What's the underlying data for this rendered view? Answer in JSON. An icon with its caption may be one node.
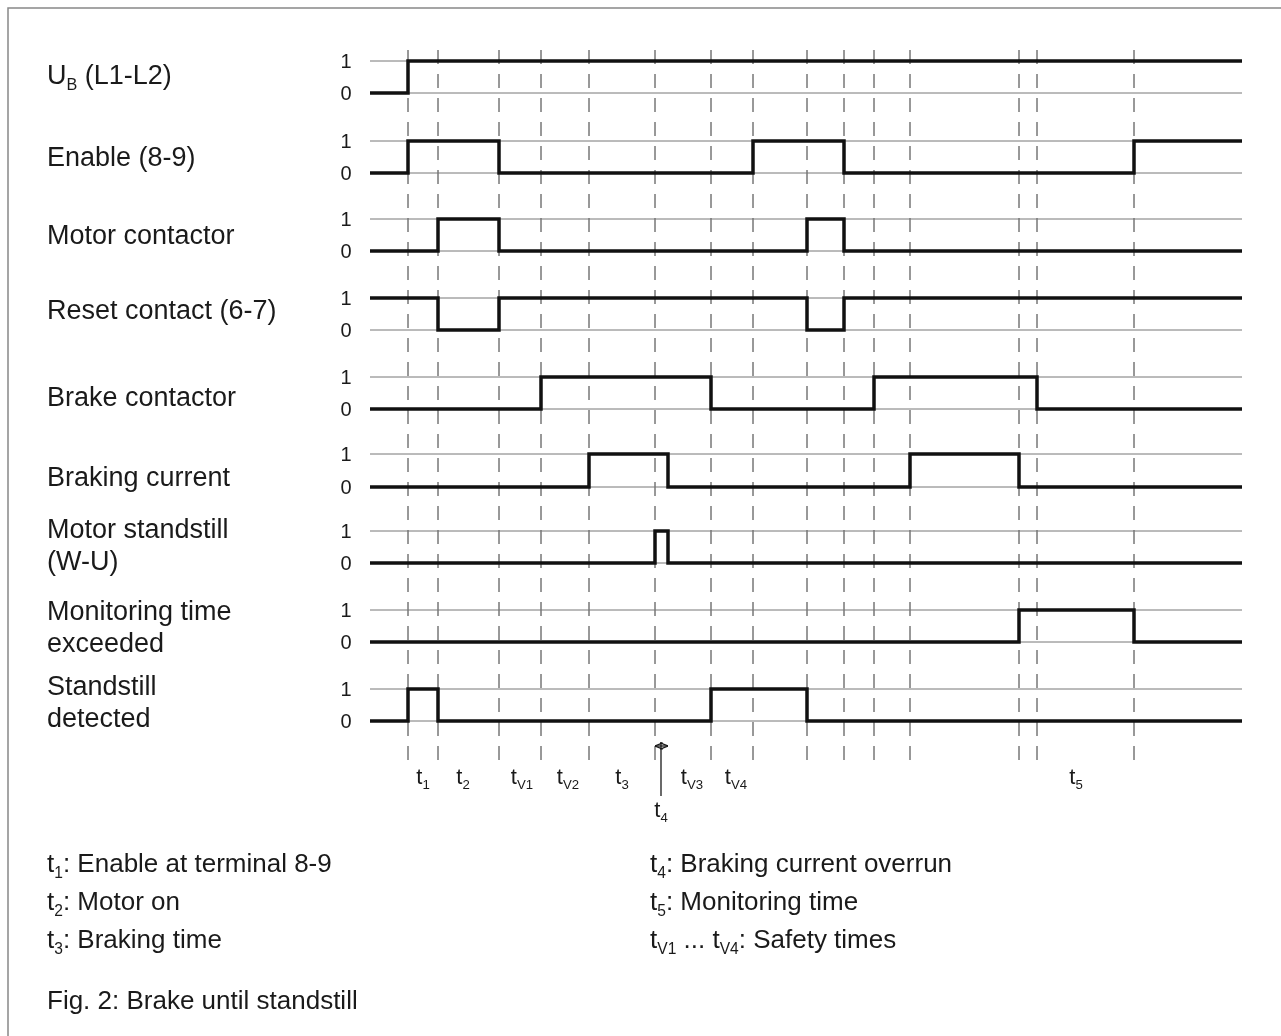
{
  "diagram": {
    "caption": "Fig. 2: Brake until standstill",
    "labels": [
      "U$_{B}$ (L1-L2)",
      "1",
      "0",
      "Enable (8-9)",
      "1",
      "0",
      "Motor contactor",
      "1",
      "0",
      "Reset contact (6-7)",
      "1",
      "0",
      "Brake contactor",
      "1",
      "0",
      "Braking current",
      "1",
      "0",
      "Motor standstill (W-U)",
      "1",
      "0",
      "Monitoring time exceeded",
      "1",
      "0",
      "Standstill detected",
      "1",
      "0",
      "t$_{1}$",
      "t$_{2}$",
      "t$_{V1}$",
      "t$_{V2}$",
      "t$_{3}$",
      "t$_{V3}$",
      "t$_{V4}$",
      "t$_{5}$",
      "t$_{4}$",
      "t$_{1}$: Enable at terminal 8-9",
      "t$_{2}$: Motor on",
      "t$_{3}$: Braking time",
      "t$_{4}$: Braking current overrun",
      "t$_{5}$: Monitoring time",
      "t$_{V1}$ ... t$_{V4}$: Safety times"
    ]
  }
}
